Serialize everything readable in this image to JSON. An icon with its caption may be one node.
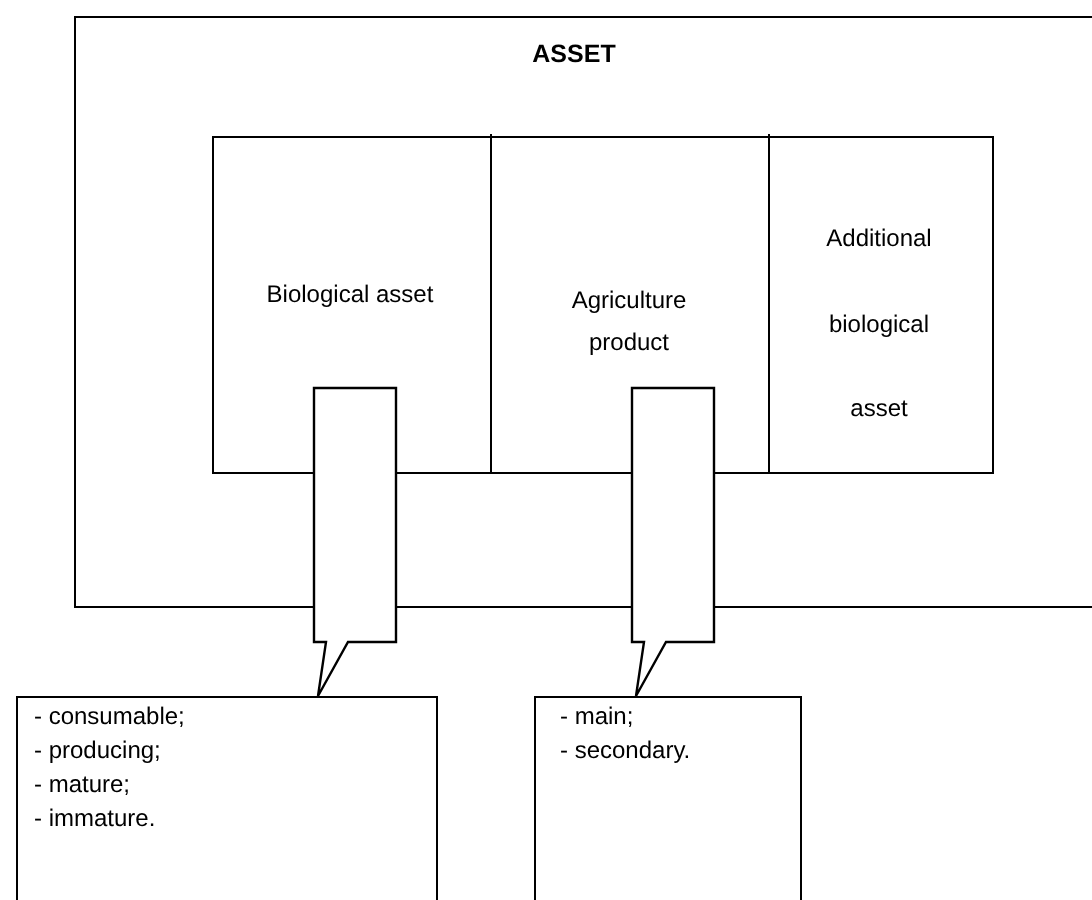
{
  "diagram": {
    "nodes": [
      {
        "text": [
          "ASSET"
        ]
      },
      {
        "text": [],
        "shape": "box",
        "in": 0
      },
      {
        "text": [
          "Biological asset"
        ],
        "in": 1
      },
      {
        "text": [
          "Agriculture product"
        ],
        "in": 1
      },
      {
        "text": [
          "Additional biological asset"
        ],
        "in": 1
      },
      {
        "text": [
          "- consumable;",
          "- producing;",
          "- mature;",
          "- immature."
        ]
      },
      {
        "text": [
          "- main;",
          "- secondary."
        ]
      }
    ],
    "edges": [
      {
        "from": 2,
        "to": 5,
        "arrow": "to"
      },
      {
        "from": 3,
        "to": 6,
        "arrow": "to"
      }
    ]
  }
}
